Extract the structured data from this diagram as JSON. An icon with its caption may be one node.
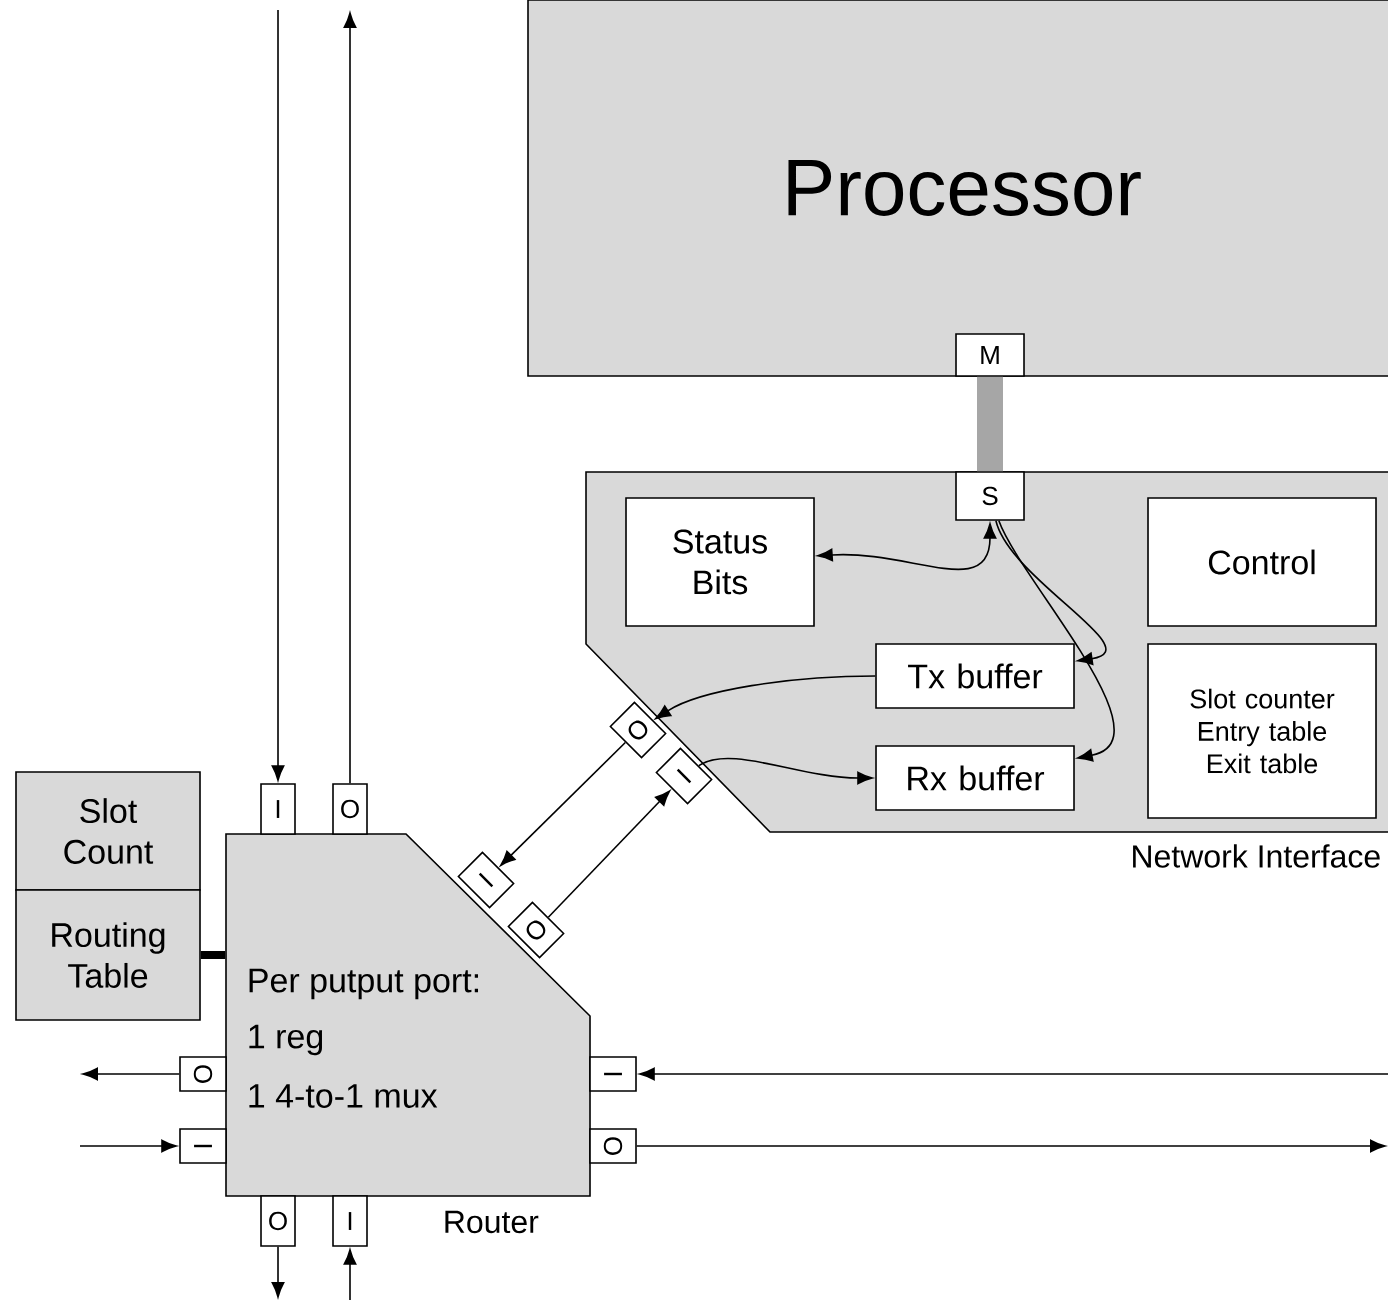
{
  "diagram": {
    "nodes": [
      {
        "text": [
          "Processor"
        ]
      },
      {
        "text": [
          "M"
        ],
        "in": 0
      },
      {
        "text": [
          "Network Interface"
        ]
      },
      {
        "text": [
          "S"
        ],
        "in": 2
      },
      {
        "text": [
          "Status Bits"
        ],
        "in": 2
      },
      {
        "text": [
          "Control"
        ],
        "in": 2
      },
      {
        "text": [
          "Tx buffer"
        ],
        "in": 2
      },
      {
        "text": [
          "Rx buffer"
        ],
        "in": 2
      },
      {
        "text": [
          "Slot counter Entry table Exit table"
        ],
        "in": 2
      },
      {
        "text": [
          "O"
        ]
      },
      {
        "text": [
          "I"
        ]
      },
      {
        "text": [
          "Slot Count"
        ]
      },
      {
        "text": [
          "Routing Table"
        ]
      },
      {
        "text": [
          "Per putput port:",
          "1 reg",
          "1 4-to-1 mux"
        ],
        "beside": [
          "Router"
        ]
      },
      {
        "text": [
          "I"
        ]
      },
      {
        "text": [
          "O"
        ]
      },
      {
        "text": [
          "I"
        ]
      },
      {
        "text": [
          "O"
        ]
      },
      {
        "text": [
          "O"
        ]
      },
      {
        "text": [
          "I"
        ]
      },
      {
        "text": [
          "I"
        ]
      },
      {
        "text": [
          "O"
        ]
      },
      {
        "text": [
          "O"
        ]
      },
      {
        "text": [
          "I"
        ]
      }
    ],
    "edges": [
      {
        "from": null,
        "to": 14,
        "arrow": "to"
      },
      {
        "from": 15,
        "to": null,
        "arrow": "to"
      },
      {
        "from": 18,
        "to": null,
        "arrow": "to"
      },
      {
        "from": null,
        "to": 19,
        "arrow": "to"
      },
      {
        "from": null,
        "to": 20,
        "arrow": "to"
      },
      {
        "from": 21,
        "to": null,
        "arrow": "to"
      },
      {
        "from": 22,
        "to": null,
        "arrow": "to"
      },
      {
        "from": null,
        "to": 23,
        "arrow": "to"
      },
      {
        "from": 9,
        "to": 16,
        "arrow": "to"
      },
      {
        "from": 17,
        "to": 10,
        "arrow": "to"
      },
      {
        "from": 6,
        "to": 9,
        "arrow": "to"
      },
      {
        "from": 10,
        "to": 7,
        "arrow": "to"
      },
      {
        "from": 3,
        "to": 4,
        "arrow": "both"
      },
      {
        "from": 3,
        "to": 6,
        "arrow": "to"
      },
      {
        "from": 3,
        "to": 7,
        "arrow": "to"
      },
      {
        "from": 1,
        "to": 3,
        "arrow": "none",
        "style": "thick",
        "color": "#a6a6a6"
      },
      {
        "from": 12,
        "to": 13,
        "arrow": "none",
        "style": "thick"
      }
    ]
  }
}
